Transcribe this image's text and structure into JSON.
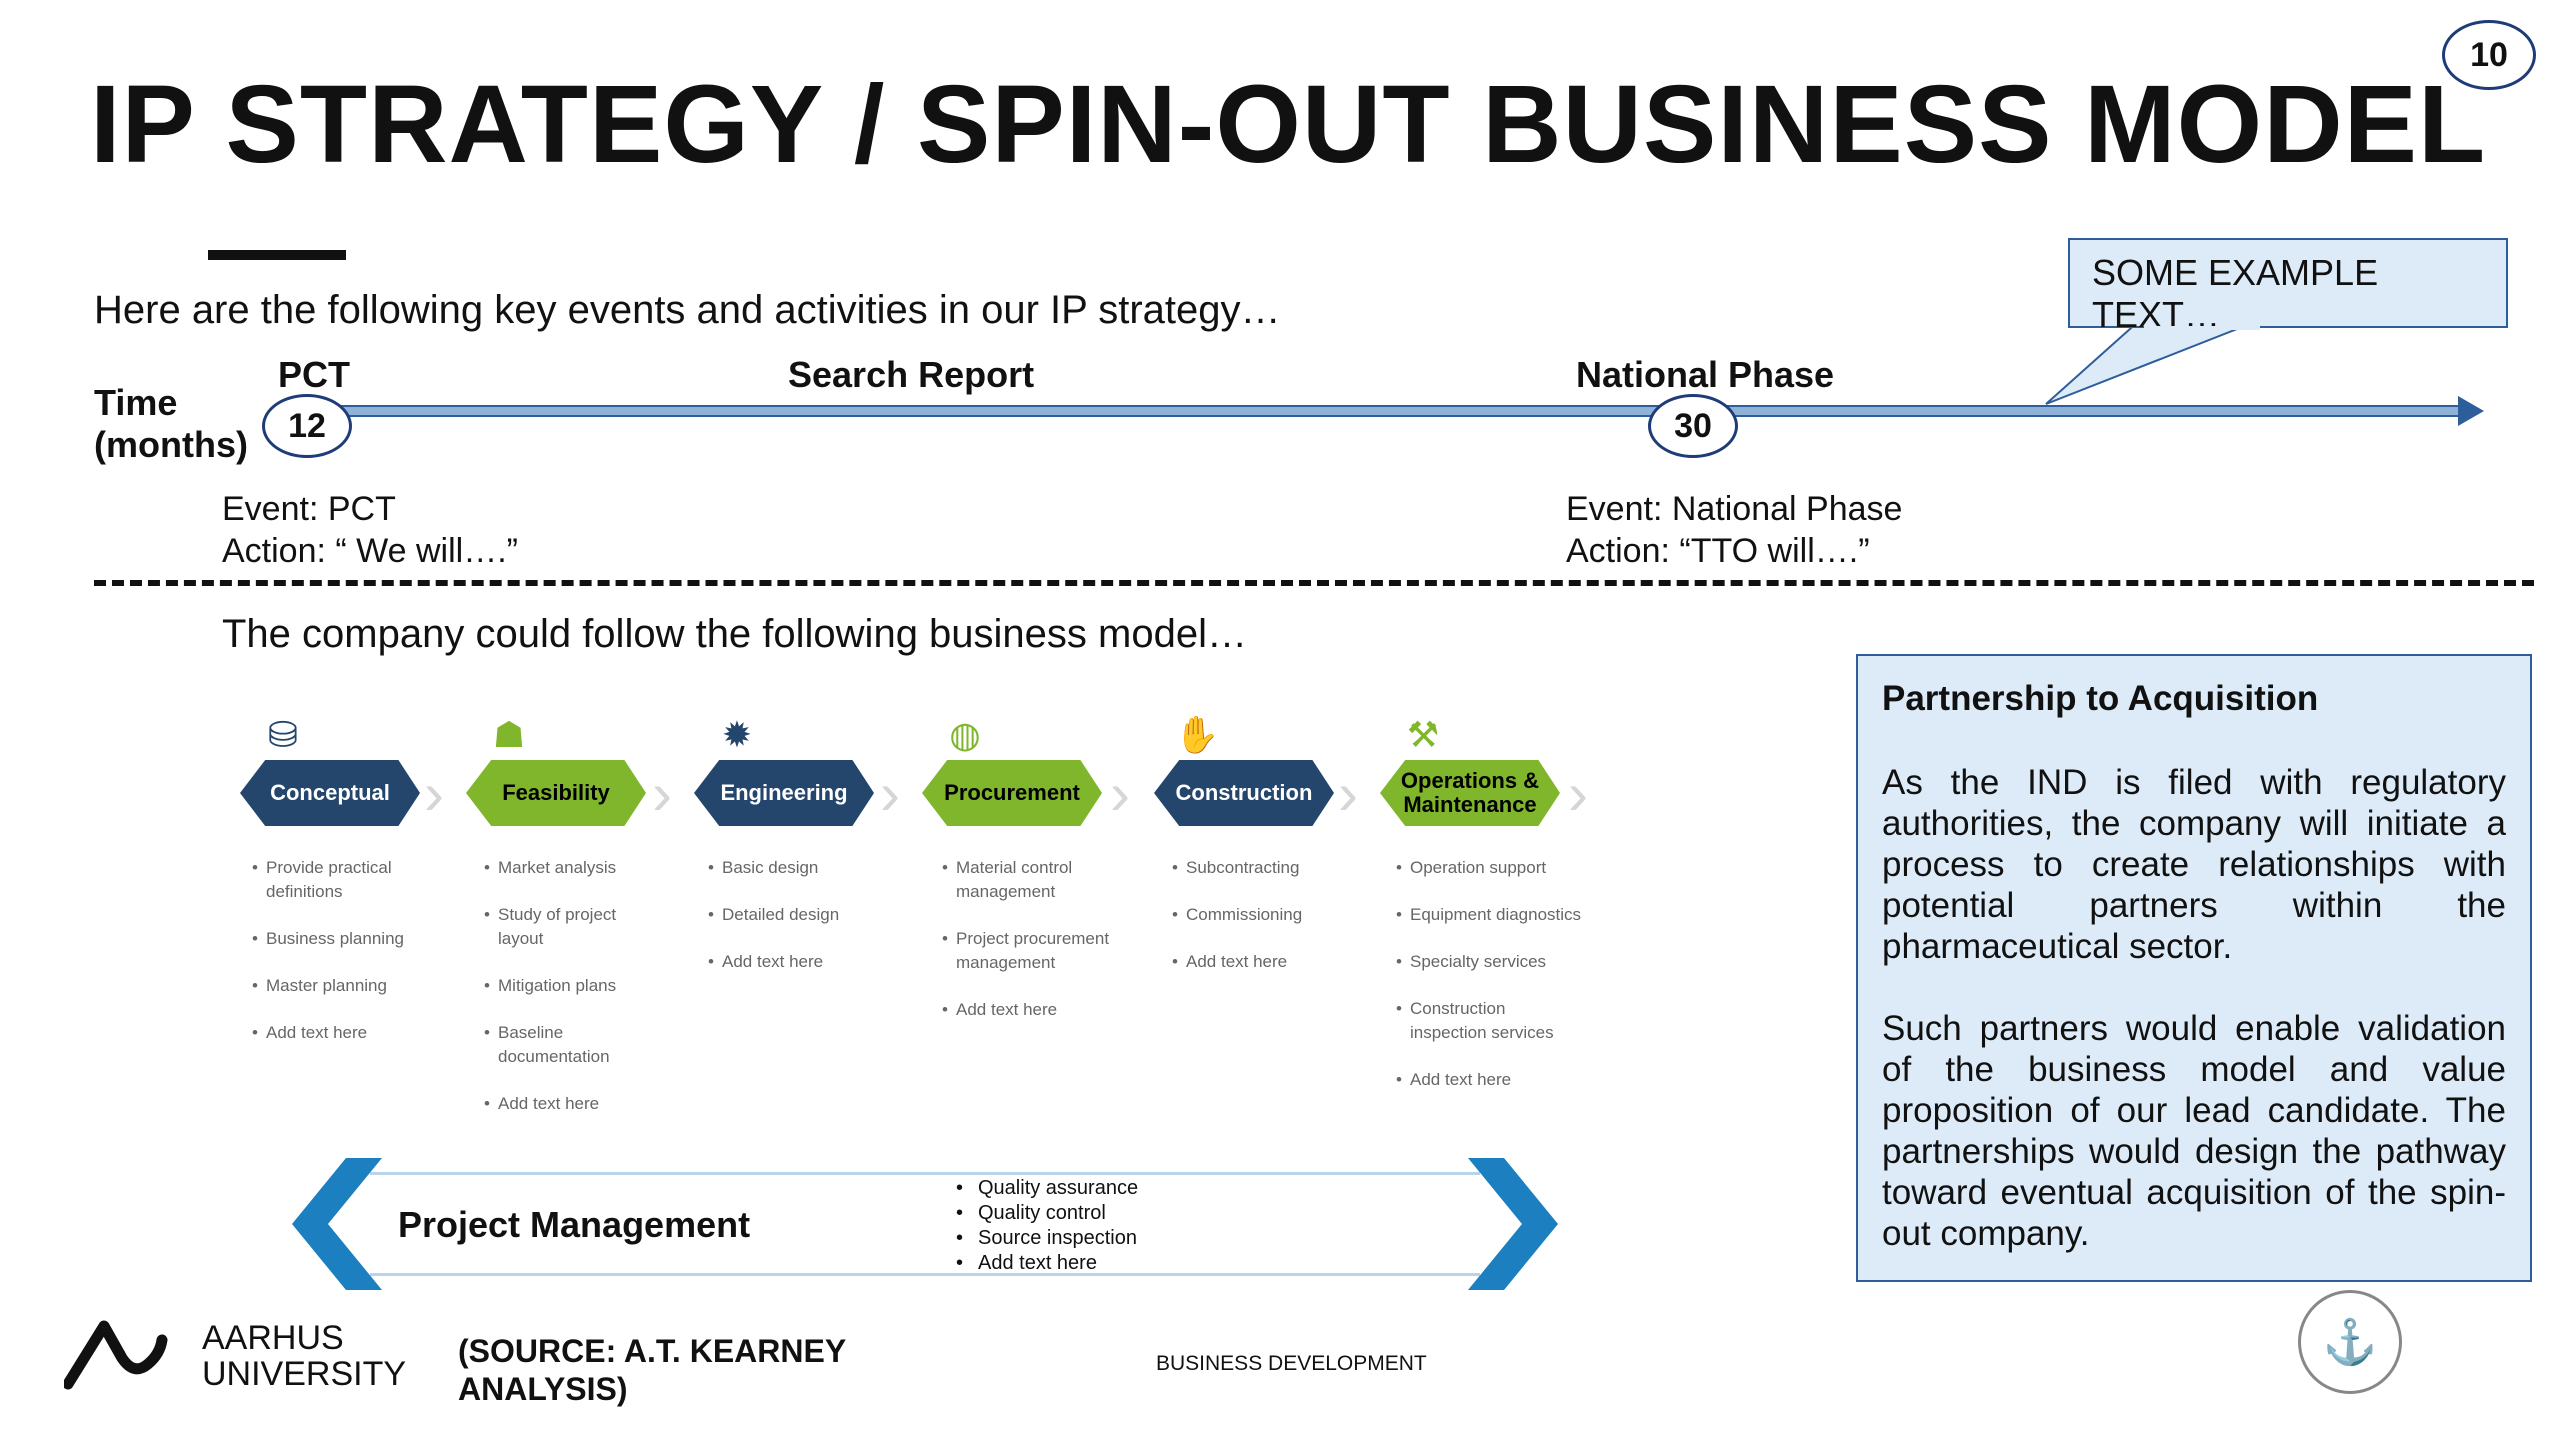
{
  "slide": {
    "title": "IP STRATEGY / SPIN-OUT BUSINESS MODEL",
    "page_number": "10",
    "intro": "Here are the following key events and activities in our IP strategy…",
    "callout": "SOME EXAMPLE TEXT…"
  },
  "timeline": {
    "time_label_line1": "Time",
    "time_label_line2": "(months)",
    "labels": [
      "PCT",
      "Search Report",
      "National Phase"
    ],
    "markers": [
      "12",
      "30"
    ],
    "events": [
      {
        "event": "Event: PCT",
        "action": "Action: “ We will….”"
      },
      {
        "event": "Event: National Phase",
        "action": "Action: “TTO will….”"
      }
    ]
  },
  "business_model": {
    "intro": "The company could follow the following business model…",
    "phases": [
      {
        "name": "Conceptual",
        "icon": "tank-icon",
        "color": "#24466c",
        "items": [
          "Provide practical definitions",
          "Business planning",
          "Master planning",
          "Add text here"
        ]
      },
      {
        "name": "Feasibility",
        "icon": "team-icon",
        "color": "#7fb62b",
        "items": [
          "Market analysis",
          "Study of project layout",
          "Mitigation plans",
          "Baseline documentation",
          "Add text here"
        ]
      },
      {
        "name": "Engineering",
        "icon": "gear-icon",
        "color": "#24466c",
        "items": [
          "Basic design",
          "Detailed design",
          "Add text here"
        ]
      },
      {
        "name": "Procurement",
        "icon": "globe-icon",
        "color": "#7fb62b",
        "items": [
          "Material control management",
          "Project procurement management",
          "Add text here"
        ]
      },
      {
        "name": "Construction",
        "icon": "hand-icon",
        "color": "#24466c",
        "items": [
          "Subcontracting",
          "Commissioning",
          "Add text here"
        ]
      },
      {
        "name": "Operations & Maintenance",
        "icon": "worker-icon",
        "color": "#7fb62b",
        "items": [
          "Operation support",
          "Equipment diagnostics",
          "Specialty services",
          "Construction inspection services",
          "Add text here"
        ]
      }
    ],
    "project_management": {
      "title": "Project Management",
      "items": [
        "Quality assurance",
        "Quality control",
        "Source inspection",
        "Add text here"
      ]
    }
  },
  "partnership": {
    "title": "Partnership to Acquisition",
    "paragraph1": "As the IND is filed with regulatory authorities, the company will initiate a process to create relationships with potential partners within the pharmaceutical sector.",
    "paragraph2": "Such partners would enable validation of the business model and value proposition of our lead candidate. The partnerships would design the pathway toward eventual acquisition of the spin-out company."
  },
  "footer": {
    "university_line1": "AARHUS",
    "university_line2": "UNIVERSITY",
    "source": "(SOURCE: A.T. KEARNEY ANALYSIS)",
    "department": "BUSINESS DEVELOPMENT"
  },
  "colors": {
    "dark_blue": "#24466c",
    "green": "#7fb62b",
    "box_fill": "#dcebf7",
    "box_border": "#2e5d9c",
    "arrow_blue": "#1b7fc0"
  }
}
